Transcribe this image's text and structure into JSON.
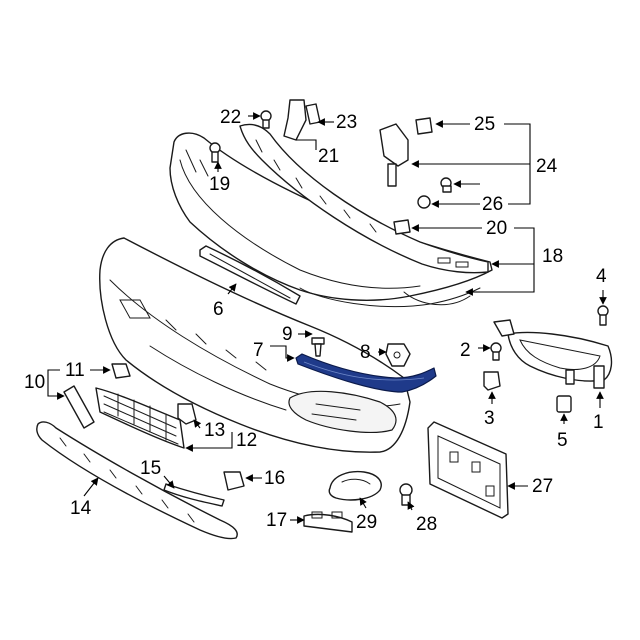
{
  "callouts": {
    "c1": "1",
    "c2": "2",
    "c3": "3",
    "c4": "4",
    "c5": "5",
    "c6": "6",
    "c7": "7",
    "c8": "8",
    "c9": "9",
    "c10": "10",
    "c11": "11",
    "c12": "12",
    "c13": "13",
    "c14": "14",
    "c15": "15",
    "c16": "16",
    "c17": "17",
    "c18": "18",
    "c19": "19",
    "c20": "20",
    "c21": "21",
    "c22": "22",
    "c23": "23",
    "c24": "24",
    "c25": "25",
    "c26": "26",
    "c27": "27",
    "c28": "28",
    "c29": "29"
  },
  "highlight_color": "#1f3a8a",
  "highlighted_part": "7"
}
